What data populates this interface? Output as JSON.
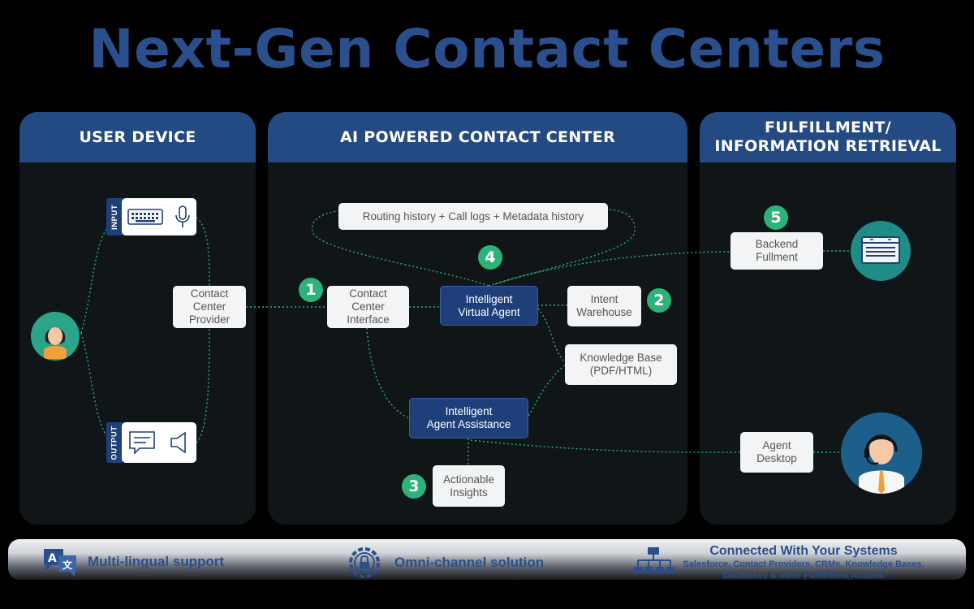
{
  "title": "Next-Gen Contact Centers",
  "panels": {
    "user_device": "USER DEVICE",
    "contact_center": "AI POWERED CONTACT CENTER",
    "fulfillment_line1": "FULFILLMENT/",
    "fulfillment_line2": "INFORMATION RETRIEVAL"
  },
  "io": {
    "input": "INPUT",
    "output": "OUTPUT"
  },
  "nodes": {
    "provider": [
      "Contact",
      "Center",
      "Provider"
    ],
    "interface": [
      "Contact",
      "Center",
      "Interface"
    ],
    "virtual_agent": [
      "Intelligent",
      "Virtual Agent"
    ],
    "intent": [
      "Intent",
      "Warehouse"
    ],
    "knowledge": [
      "Knowledge Base",
      "(PDF/HTML)"
    ],
    "assist": [
      "Intelligent",
      "Agent Assistance"
    ],
    "insights": [
      "Actionable",
      "Insights"
    ],
    "routing": "Routing history + Call logs + Metadata history",
    "backend": [
      "Backend",
      "Fullment"
    ],
    "desktop": [
      "Agent",
      "Desktop"
    ]
  },
  "badges": [
    "1",
    "2",
    "3",
    "4",
    "5"
  ],
  "footer": {
    "multilingual": "Multi-lingual support",
    "omnichannel": "Omni-channel solution",
    "connected_title": "Connected With Your Systems",
    "connected_line1": "Salesforce, Contact Providers, CRMs, Knowledge Bases,",
    "connected_line2": "Databases & other Fulfillment Actions"
  },
  "colors": {
    "title": "#2a4f8c",
    "panel_header": "#244a84",
    "panel_bg": "#101618",
    "badge": "#2db37a",
    "connector": "#2db37a"
  },
  "icons": {
    "keyboard": "keyboard-icon",
    "microphone": "microphone-icon",
    "chat": "chat-icon",
    "speaker": "speaker-icon",
    "server": "server-icon",
    "translate": "translate-icon",
    "lock_gear": "lock-gear-icon",
    "hierarchy": "hierarchy-icon"
  }
}
